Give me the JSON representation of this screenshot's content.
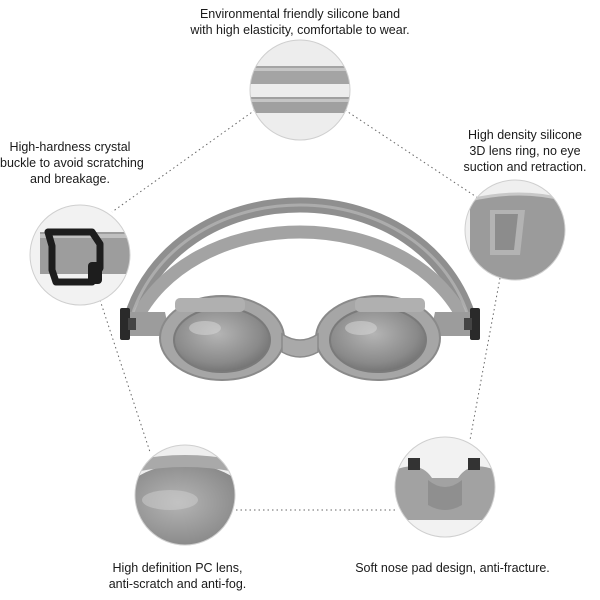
{
  "colors": {
    "silicone": "#9a9a9a",
    "silicone_dark": "#7a7a7a",
    "lens": "#8e8e8e",
    "buckle": "#222222",
    "connector_line": "#555555"
  },
  "features": [
    {
      "id": "band",
      "icon": "silicone-band-detail",
      "lines": [
        "Environmental friendly silicone band",
        "with high elasticity, comfortable to wear."
      ]
    },
    {
      "id": "buckle",
      "icon": "buckle-detail",
      "lines": [
        "High-hardness crystal",
        "buckle to avoid scratching",
        "and breakage."
      ]
    },
    {
      "id": "lens-ring",
      "icon": "lens-ring-detail",
      "lines": [
        "High density silicone",
        "3D lens ring, no eye",
        "suction and retraction."
      ]
    },
    {
      "id": "pc-lens",
      "icon": "pc-lens-detail",
      "lines": [
        "High definition PC lens,",
        "anti-scratch and anti-fog."
      ]
    },
    {
      "id": "nose-pad",
      "icon": "nose-pad-detail",
      "lines": [
        "Soft nose pad design, anti-fracture."
      ]
    }
  ]
}
